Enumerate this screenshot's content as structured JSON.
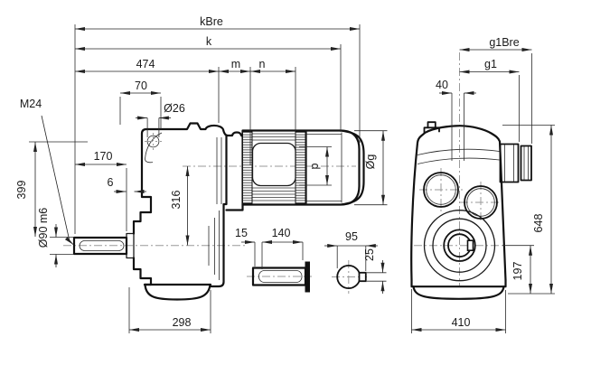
{
  "drawing_title": "gear-motor-dimension-drawing",
  "colors": {
    "outline": "#111111",
    "dimension": "#222222",
    "centerline": "#9a9a9a",
    "background": "#ffffff"
  },
  "labels": {
    "kbre": "kBre",
    "k": "k",
    "d474": "474",
    "m": "m",
    "n": "n",
    "d70": "70",
    "d26": "Ø26",
    "m24": "M24",
    "d170": "170",
    "d6": "6",
    "d316": "316",
    "d399": "399",
    "d90m6": "Ø90 m6",
    "d298": "298",
    "p": "p",
    "og": "Øg",
    "d15": "15",
    "d140": "140",
    "d95": "95",
    "d25": "25",
    "g1bre": "g1Bre",
    "g1": "g1",
    "d40": "40",
    "d648": "648",
    "d197": "197",
    "d410": "410"
  }
}
